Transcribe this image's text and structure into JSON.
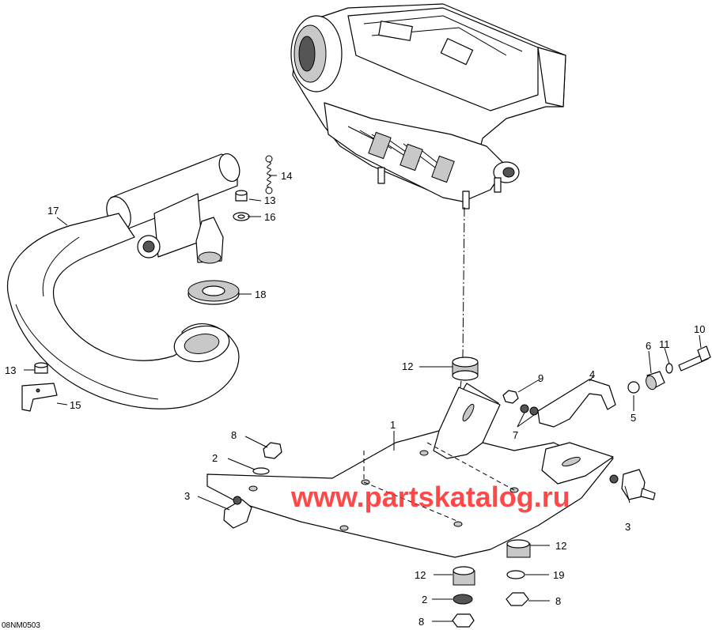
{
  "figure_code": "08NM0503",
  "watermark": "www.partskatalog.ru",
  "callouts": {
    "c1": "1",
    "c2a": "2",
    "c2b": "2",
    "c3a": "3",
    "c3b": "3",
    "c4": "4",
    "c5": "5",
    "c6": "6",
    "c7": "7",
    "c8a": "8",
    "c8b": "8",
    "c8c": "8",
    "c9": "9",
    "c10": "10",
    "c11": "11",
    "c12a": "12",
    "c12b": "12",
    "c12c": "12",
    "c13a": "13",
    "c13b": "13",
    "c14": "14",
    "c15": "15",
    "c16": "16",
    "c17": "17",
    "c18": "18",
    "c19": "19"
  }
}
